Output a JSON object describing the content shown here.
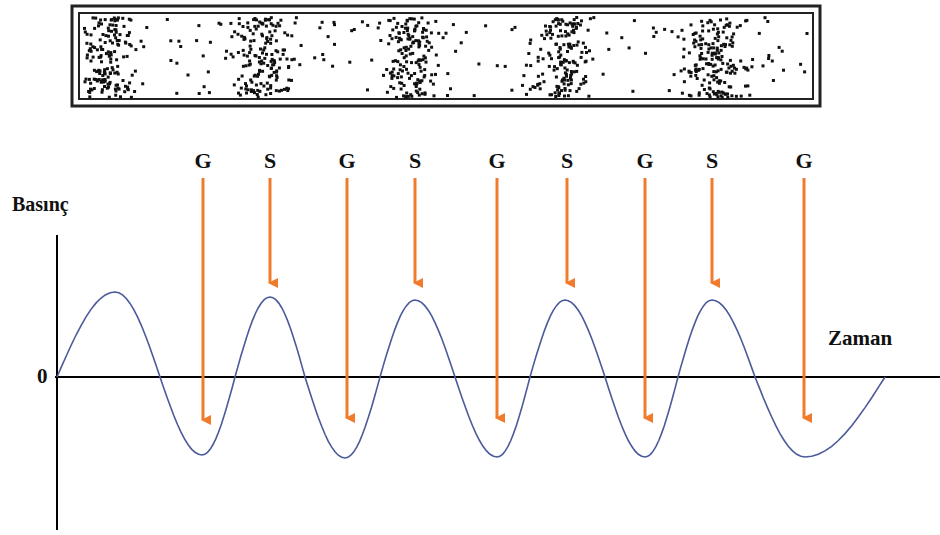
{
  "diagram": {
    "labels": [
      "G",
      "S",
      "G",
      "S",
      "G",
      "S",
      "G",
      "S",
      "G",
      "Basınç",
      "Zaman",
      "0"
    ]
  }
}
